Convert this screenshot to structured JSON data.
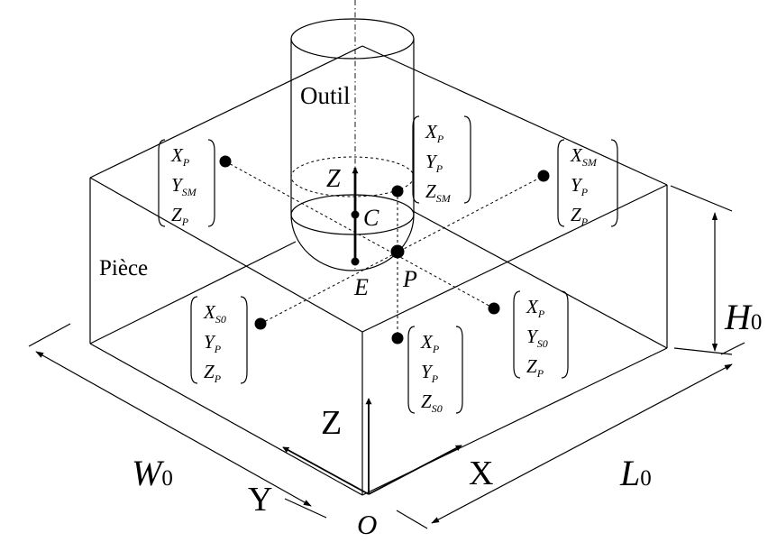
{
  "labels": {
    "tool": "Outil",
    "workpiece": "Pièce",
    "axis_z_tool": "Z",
    "point_c": "C",
    "point_e": "E",
    "point_p": "P",
    "origin": "O",
    "axis_x": "X",
    "axis_y": "Y",
    "axis_z": "Z",
    "dim_w": "W",
    "dim_w_sub": "0",
    "dim_l": "L",
    "dim_l_sub": "0",
    "dim_h": "H",
    "dim_h_sub": "0"
  },
  "vectors": [
    {
      "id": "top-left",
      "rows": [
        {
          "m": "X",
          "s": "P"
        },
        {
          "m": "Y",
          "s": "SM"
        },
        {
          "m": "Z",
          "s": "P"
        }
      ]
    },
    {
      "id": "top-center",
      "rows": [
        {
          "m": "X",
          "s": "P"
        },
        {
          "m": "Y",
          "s": "P"
        },
        {
          "m": "Z",
          "s": "SM"
        }
      ]
    },
    {
      "id": "top-right",
      "rows": [
        {
          "m": "X",
          "s": "SM"
        },
        {
          "m": "Y",
          "s": "P"
        },
        {
          "m": "Z",
          "s": "P"
        }
      ]
    },
    {
      "id": "bottom-left",
      "rows": [
        {
          "m": "X",
          "s": "S0"
        },
        {
          "m": "Y",
          "s": "P"
        },
        {
          "m": "Z",
          "s": "P"
        }
      ]
    },
    {
      "id": "bottom-center",
      "rows": [
        {
          "m": "X",
          "s": "P"
        },
        {
          "m": "Y",
          "s": "P"
        },
        {
          "m": "Z",
          "s": "S0"
        }
      ]
    },
    {
      "id": "bottom-right",
      "rows": [
        {
          "m": "X",
          "s": "P"
        },
        {
          "m": "Y",
          "s": "S0"
        },
        {
          "m": "Z",
          "s": "P"
        }
      ]
    }
  ]
}
